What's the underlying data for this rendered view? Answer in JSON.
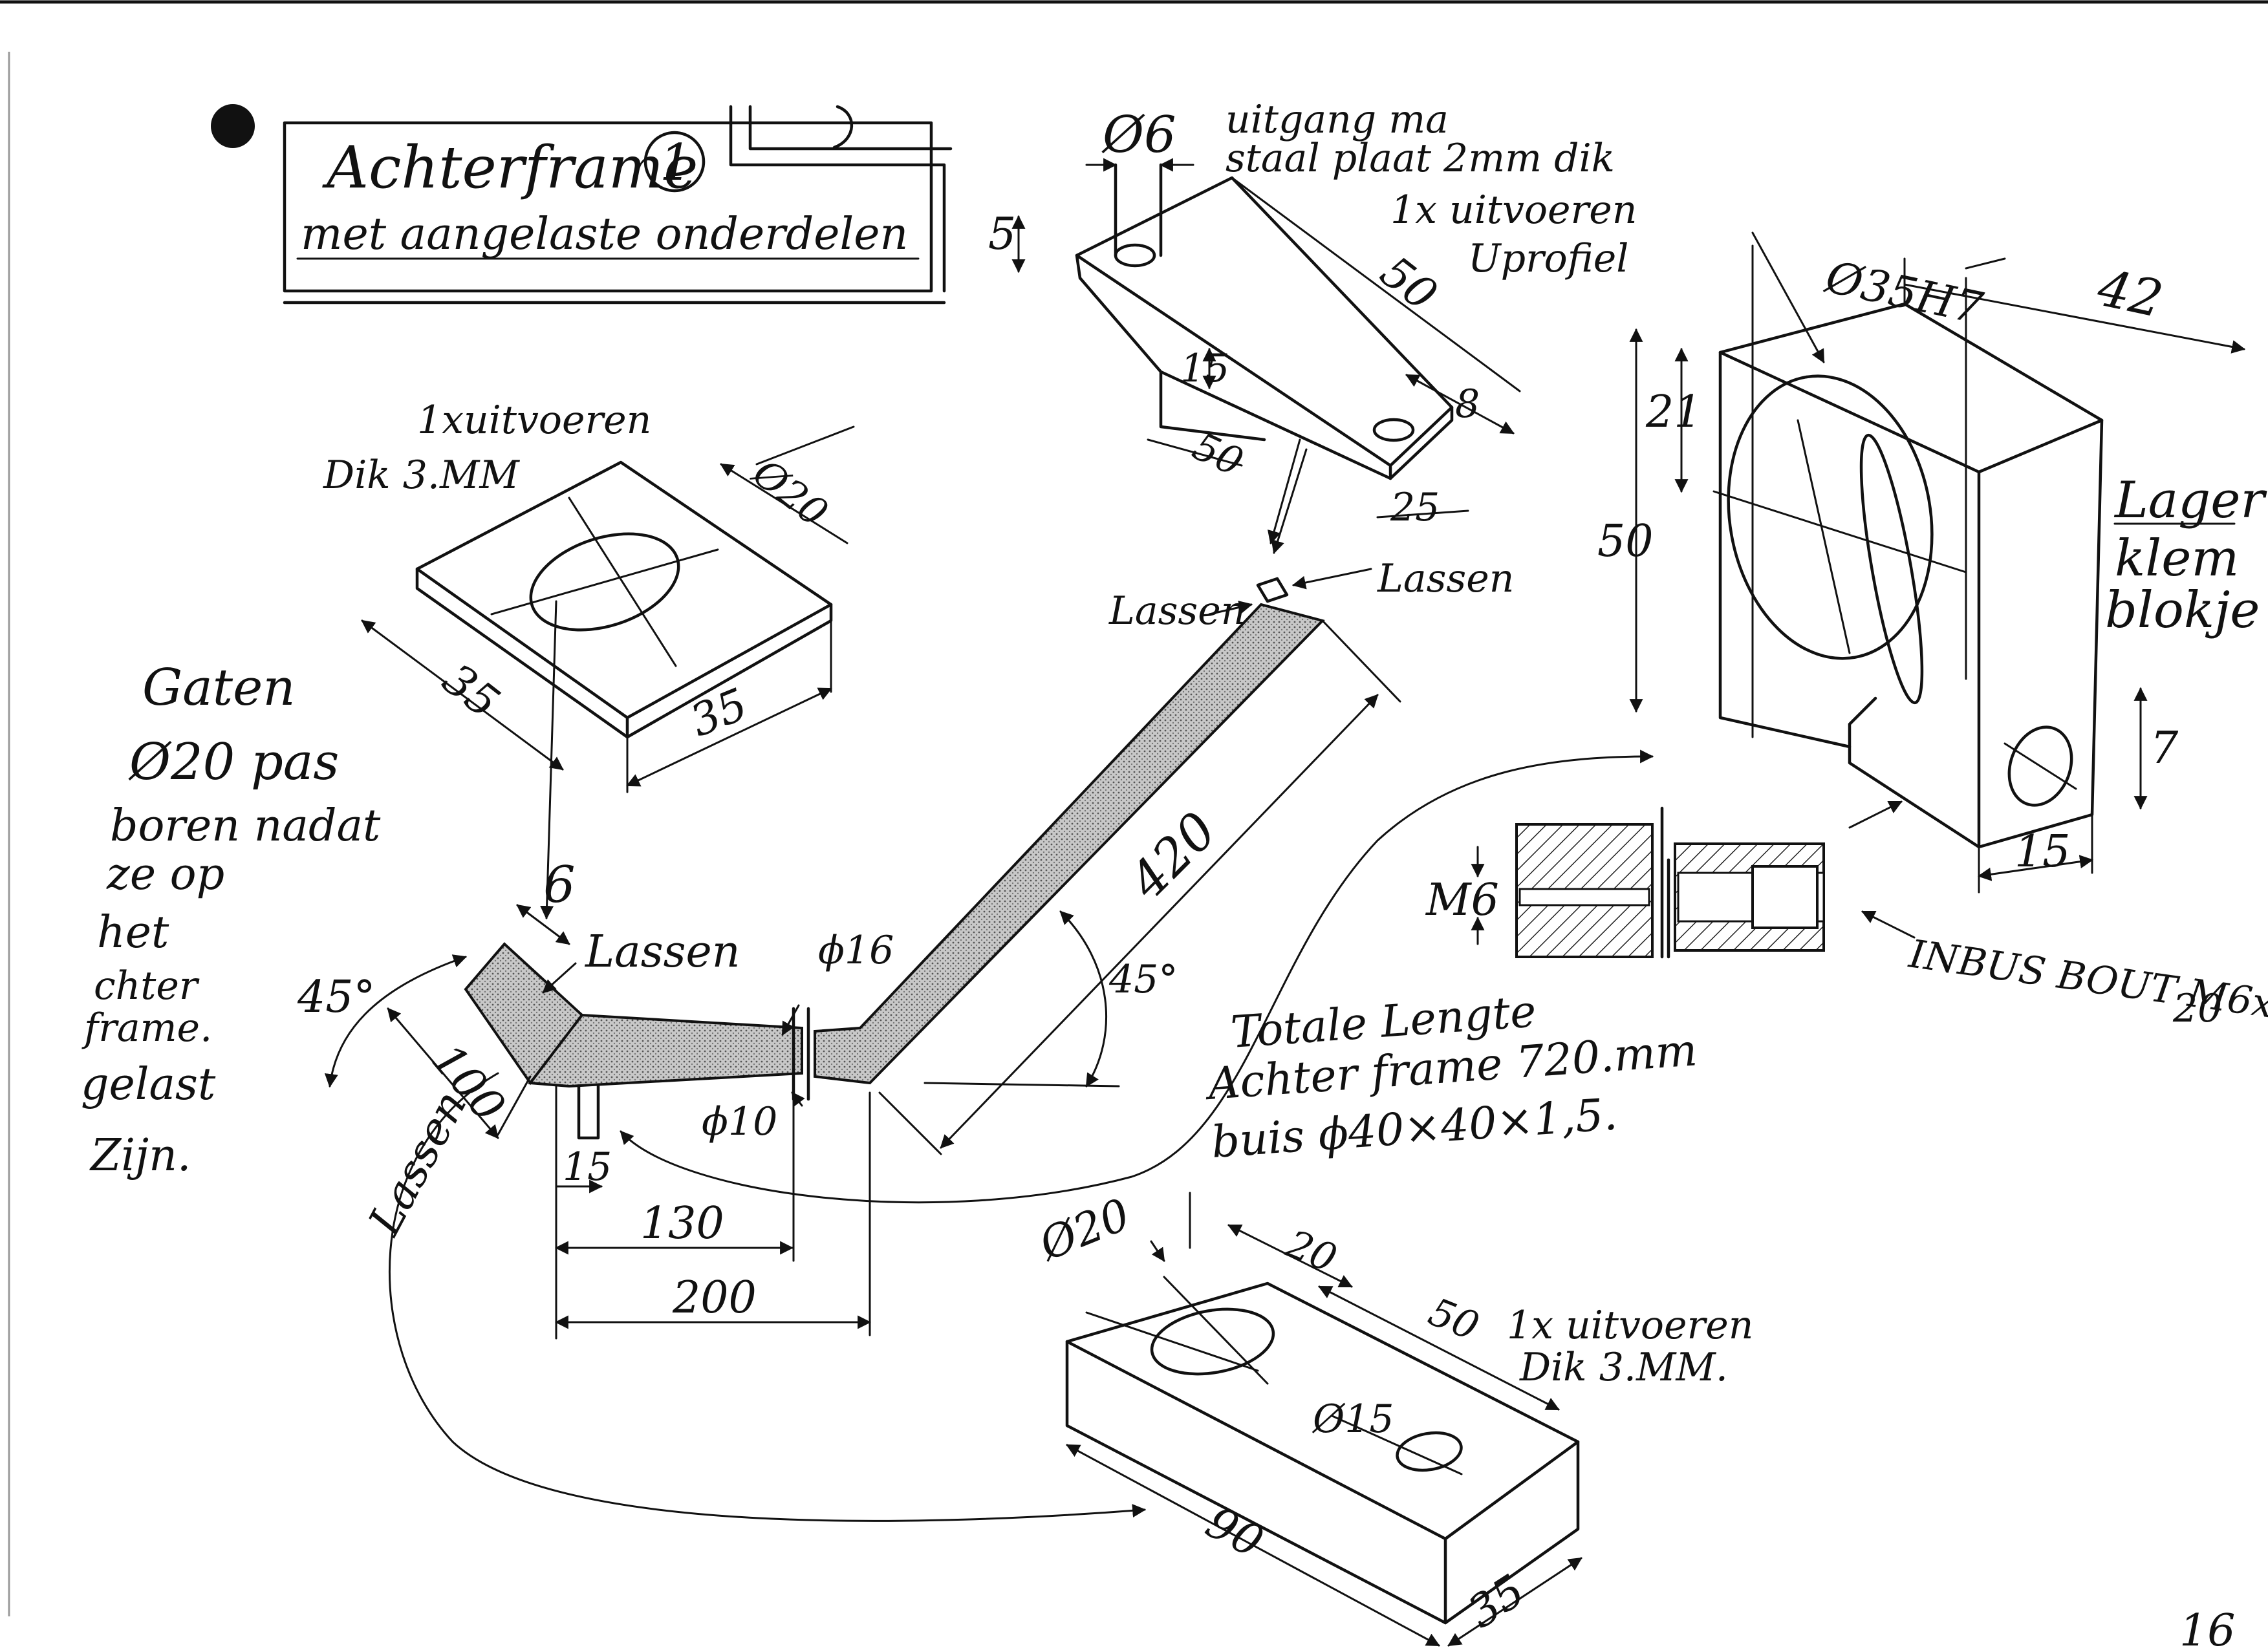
{
  "title_box": {
    "title": "Achterframe",
    "number": "1",
    "subtitle": "met aangelaste onderdelen"
  },
  "plate_top_left": {
    "note_line1": "1xuitvoeren",
    "note_line2": "Dik 3.MM",
    "hole_dim": "Ø20",
    "dim_width": "35",
    "dim_depth": "35"
  },
  "u_profile": {
    "hole_dim": "Ø6",
    "note_line1": "uitgang ma",
    "note_line2": "staal plaat 2mm dik",
    "note_line3": "1x uitvoeren",
    "note_line4": "Uprofiel",
    "dim_5": "5",
    "dim_50_top": "50",
    "dim_15": "15",
    "dim_50_bottom": "50",
    "dim_8": "8",
    "dim_25": "25"
  },
  "bearing_block": {
    "bore_dim": "Ø35H7",
    "dim_42": "42",
    "dim_21": "21",
    "dim_50": "50",
    "dim_7": "7",
    "dim_15": "15",
    "label_line1": "Lager",
    "label_line2": "klem",
    "label_line3": "blokje"
  },
  "section_detail": {
    "thread_label": "M6",
    "bolt_note_line1": "INBUS BOUT M6x",
    "bolt_note_line2": "20"
  },
  "left_note": {
    "lines": [
      "Gaten",
      "Ø20 pas",
      "boren nadat",
      "ze op",
      "het",
      "chter",
      "frame.",
      "gelast",
      "Zijn."
    ]
  },
  "frame": {
    "weld_labels": [
      "Lassen",
      "Lassen",
      "Lassen",
      "Lassen"
    ],
    "angle_left": "45°",
    "angle_right": "45°",
    "dim_6": "6",
    "dim_100": "100",
    "dim_15": "15",
    "dim_130": "130",
    "dim_200": "200",
    "dim_420": "420",
    "dia_16": "ϕ16",
    "dia_10": "ϕ10",
    "note_line1": "Totale Lengte",
    "note_line2": "Achter frame 720.mm",
    "note_line3": "buis ϕ40×40×1,5."
  },
  "plate_bottom": {
    "hole_dim_large": "Ø20",
    "hole_dim_small": "Ø15",
    "dim_20": "20",
    "dim_50": "50",
    "dim_90": "90",
    "dim_35": "35",
    "note_line1": "1x uitvoeren",
    "note_line2": "Dik 3.MM."
  },
  "page_number": "16"
}
